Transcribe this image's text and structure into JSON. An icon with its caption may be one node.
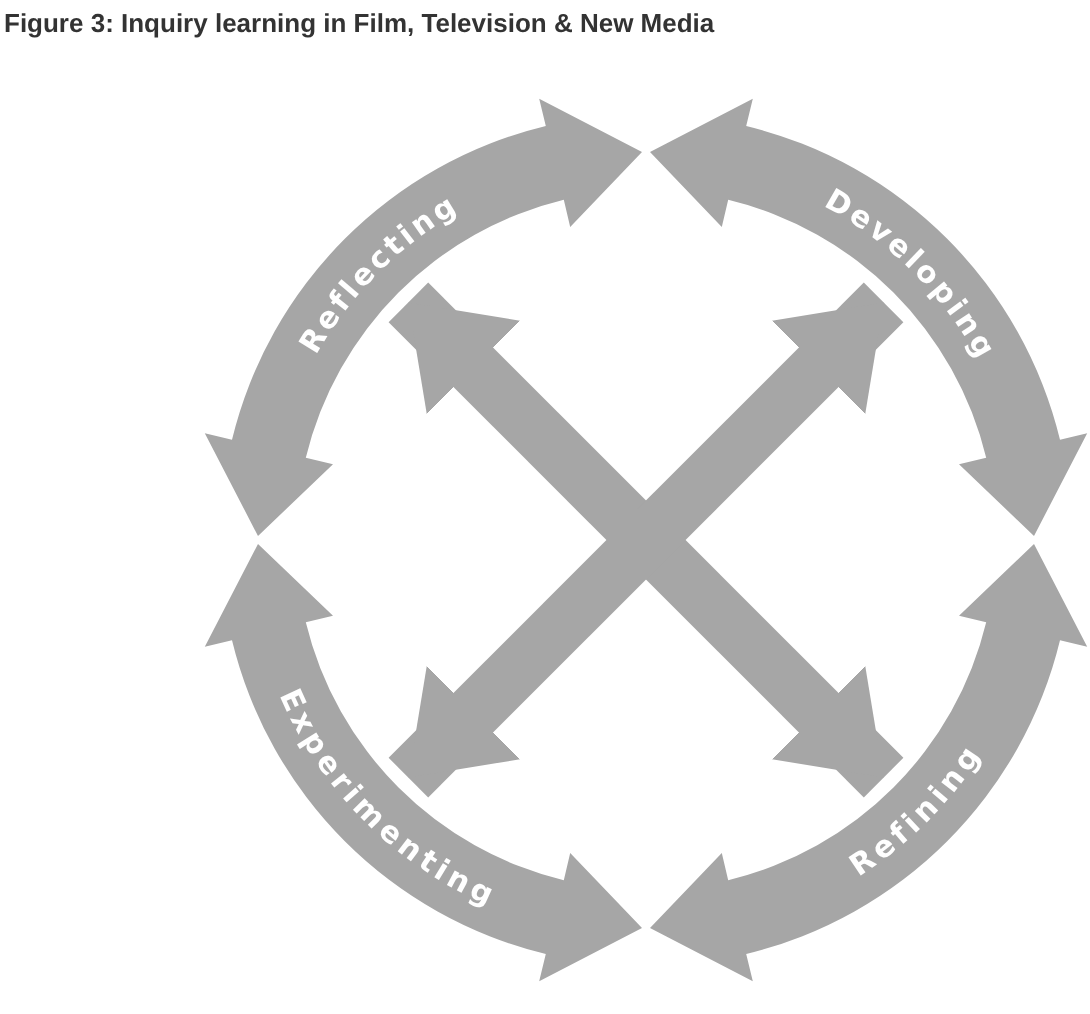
{
  "diagram": {
    "title": "Figure 3: Inquiry learning in Film, Television & New Media",
    "nodes": [
      {
        "text": [
          "Reflecting"
        ]
      },
      {
        "text": [
          "Developing"
        ]
      },
      {
        "text": [
          "Experimenting"
        ]
      },
      {
        "text": [
          "Refining"
        ]
      }
    ],
    "edges": [
      {
        "from": 0,
        "to": 3,
        "arrow": "both"
      },
      {
        "from": 1,
        "to": 2,
        "arrow": "both"
      }
    ]
  }
}
